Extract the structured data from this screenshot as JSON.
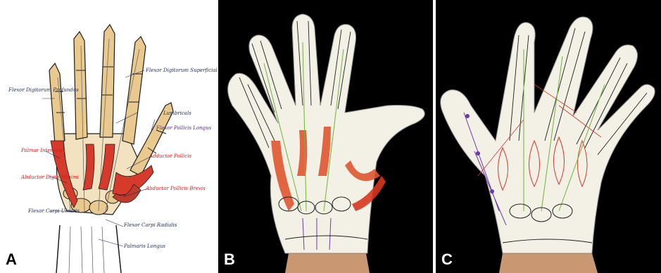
{
  "panels": [
    {
      "letter": "A",
      "labels": {
        "flexor_digitorum_profundus": "Flexor Digitorum Profundus",
        "flexor_digitorum_superficialis": "Flexor Digitorum Superficialis",
        "lumbricals": "Lumbricals",
        "flexor_pollicis_longus": "Flexor Pollicis Longus",
        "palmar_interossei": "Palmar Interossei",
        "adductor_pollicis": "Adductor Pollicis",
        "abductor_digiti_minimi": "Abductor Digiti Minimi",
        "abductor_pollicis_brevis": "Abductor Pollicis Brevis",
        "flexor_carpi_ulnaris": "Flexor Carpi Ulnaris",
        "flexor_carpi_radialis": "Flexor Carpi Radialis",
        "palmaris_longus": "Palmaris Longus"
      }
    },
    {
      "letter": "B"
    },
    {
      "letter": "C"
    }
  ],
  "colors": {
    "muscle_red": "#d63a2a",
    "bone": "#e9c98e",
    "outline": "#1e1e1e",
    "glove": "#f3f0e6",
    "purple_label": "#5a2a8a",
    "green_tendon": "#6fb536"
  }
}
